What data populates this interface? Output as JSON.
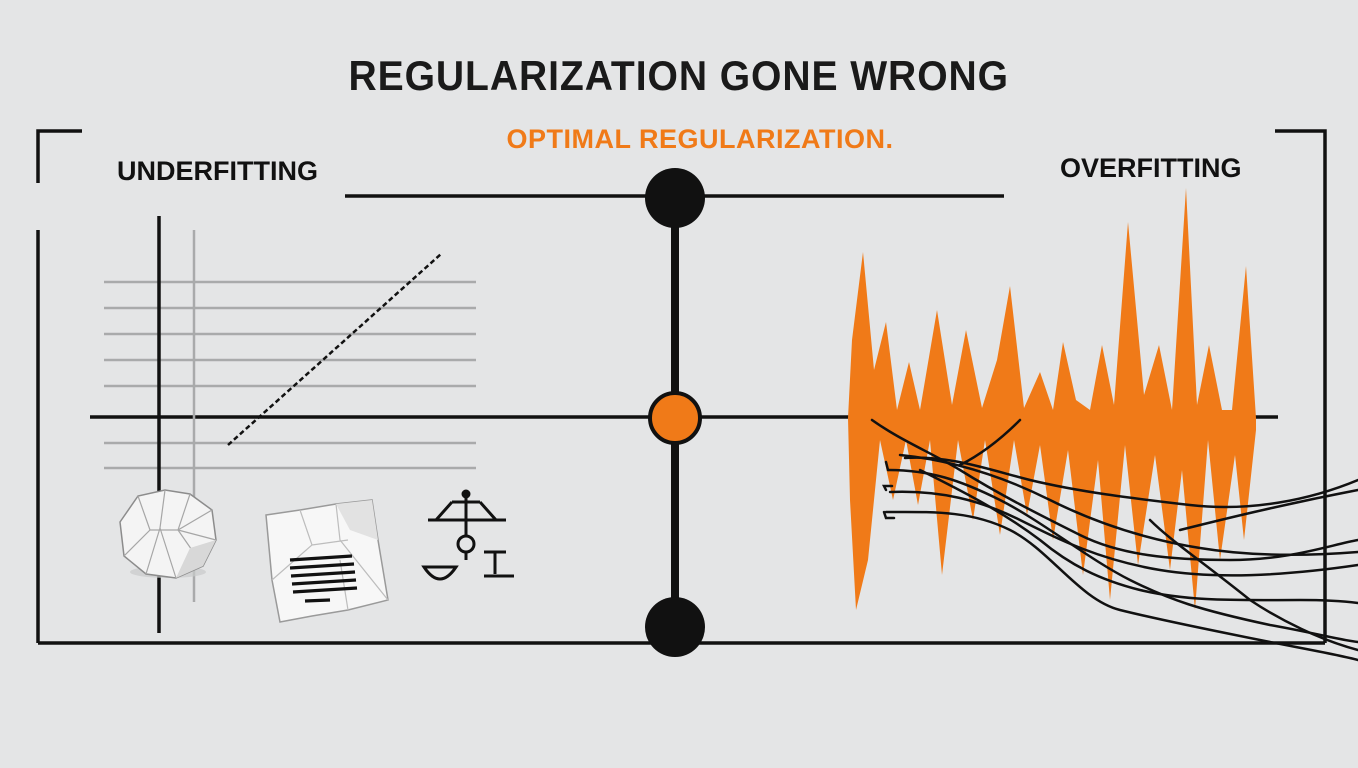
{
  "title": "REGULARIZATION GONE WRONG",
  "optimal_label": "OPTIMAL REGULARIZATION.",
  "underfitting_label": "UNDERFITTING",
  "overfitting_label": "OVERFITTING",
  "colors": {
    "background": "#e4e5e6",
    "accent": "#f07a18",
    "ink": "#111111",
    "grid": "#a9aaab"
  },
  "icons": [
    "crumpled-paper-ball-icon",
    "crumpled-document-icon",
    "balance-scale-icon",
    "tangled-wires-icon"
  ]
}
